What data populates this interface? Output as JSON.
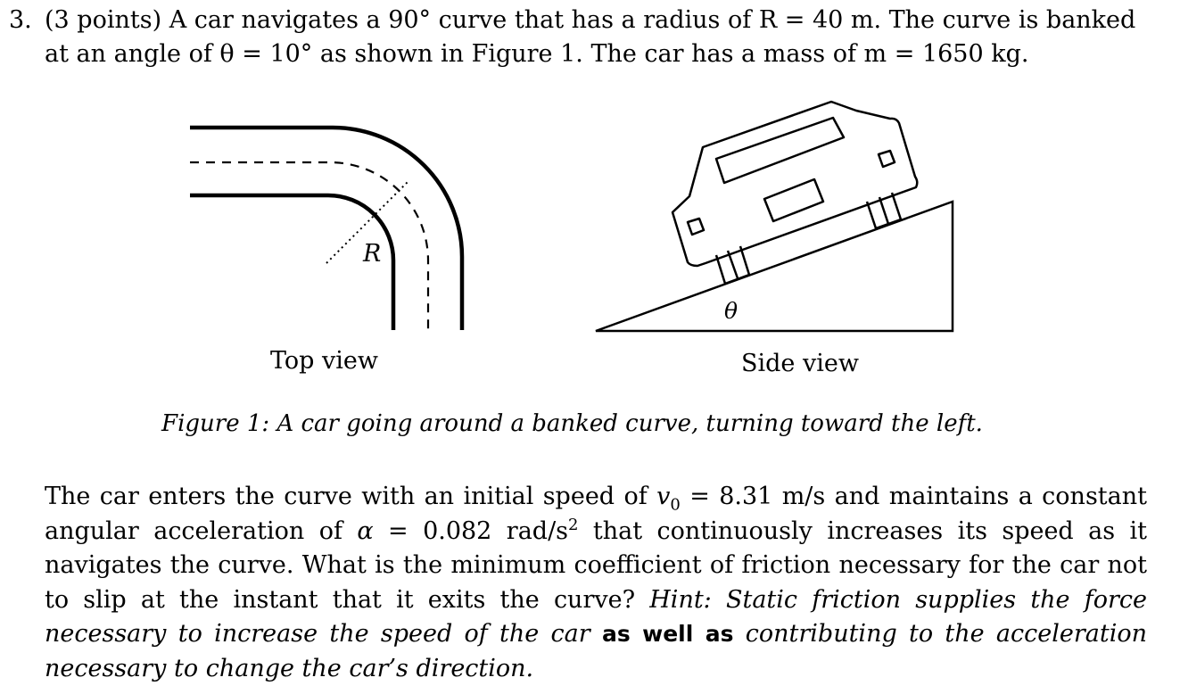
{
  "problem": {
    "number": "3.",
    "points": "(3 points)",
    "line1_rest": "A car navigates a 90° curve that has a radius of R = 40 m. The curve is banked",
    "line2": "at an angle of θ = 10° as shown in Figure 1. The car has a mass of m = 1650 kg."
  },
  "figure": {
    "top_view_label": "Top view",
    "side_view_label": "Side view",
    "radius_symbol": "R",
    "angle_symbol": "θ",
    "caption": "Figure 1: A car going around a banked curve, turning toward the left."
  },
  "paragraph": {
    "p1": "The car enters the curve with an initial speed of ",
    "v0_symbol": "v",
    "v0_sub": "0",
    "p2": " = 8.31 m/s and maintains a constant angular acceleration of ",
    "alpha_symbol": "α",
    "p3": " = 0.082 rad/s",
    "p3_sup": "2",
    "p4": " that continuously increases its speed as it navigates the curve. What is the minimum coefficient of friction necessary for the car not to slip at the instant that it exits the curve? ",
    "hint_a": "Hint: Static friction supplies the force necessary to increase the speed of the car ",
    "hint_bold": "as well as",
    "hint_b": " contributing to the acceleration necessary to change the car’s direction."
  }
}
